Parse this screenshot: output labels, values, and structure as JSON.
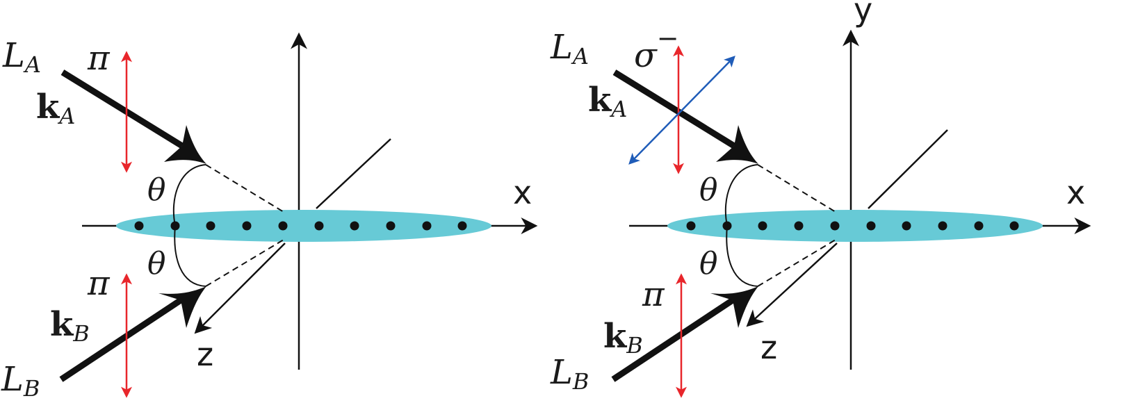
{
  "colors": {
    "ink": "#111111",
    "cloud": "#67cad6",
    "pi_arrow": "#e8262b",
    "sigma_arrow": "#1f5cb8"
  },
  "labels": {
    "x_axis": "x",
    "y_axis": "y",
    "z_axis": "z",
    "theta": "θ",
    "pi": "π",
    "sigma": "σ",
    "sigma_sup": "−",
    "L": "L",
    "k": "k",
    "sub_A": "A",
    "sub_B": "B"
  },
  "panels": [
    {
      "id": "left",
      "upper_polarization": "π",
      "has_sigma": false,
      "show_y": false,
      "atoms": 10
    },
    {
      "id": "right",
      "upper_polarization": "σ−",
      "has_sigma": true,
      "show_y": true,
      "atoms": 10
    }
  ]
}
